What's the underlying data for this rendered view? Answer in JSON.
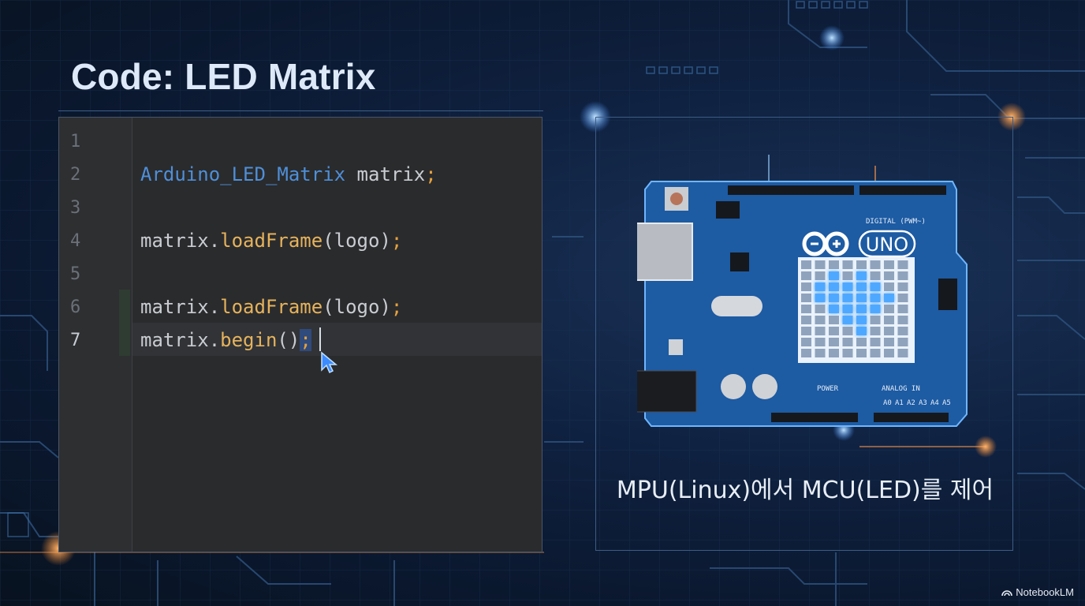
{
  "slide": {
    "title": "Code: LED Matrix",
    "caption": "MPU(Linux)에서 MCU(LED)를 제어",
    "watermark": "NotebookLM"
  },
  "editor": {
    "line_numbers": [
      "1",
      "2",
      "3",
      "4",
      "5",
      "6",
      "7"
    ],
    "active_line": 7,
    "lines": [
      {
        "no": "1",
        "tokens": []
      },
      {
        "no": "2",
        "tokens": [
          {
            "t": "Arduino_LED_Matrix",
            "c": "type"
          },
          {
            "t": " matrix",
            "c": "plain"
          },
          {
            "t": ";",
            "c": "semi"
          }
        ]
      },
      {
        "no": "3",
        "tokens": []
      },
      {
        "no": "4",
        "tokens": [
          {
            "t": "matrix.",
            "c": "plain"
          },
          {
            "t": "loadFrame",
            "c": "fn"
          },
          {
            "t": "(logo)",
            "c": "plain"
          },
          {
            "t": ";",
            "c": "semi"
          }
        ]
      },
      {
        "no": "5",
        "tokens": []
      },
      {
        "no": "6",
        "tokens": [
          {
            "t": "matrix.",
            "c": "plain"
          },
          {
            "t": "loadFrame",
            "c": "fn"
          },
          {
            "t": "(logo)",
            "c": "plain"
          },
          {
            "t": ";",
            "c": "semi"
          }
        ]
      },
      {
        "no": "7",
        "tokens": [
          {
            "t": "matrix.",
            "c": "plain"
          },
          {
            "t": "begin",
            "c": "fn"
          },
          {
            "t": "()",
            "c": "plain"
          },
          {
            "t": ";",
            "c": "sel"
          }
        ]
      }
    ]
  },
  "board": {
    "logo_text": "UNO",
    "pin_label": "DIGITAL (PWM~)",
    "analog_label": "ANALOG IN",
    "power_label": "POWER",
    "analog_pins": [
      "A0",
      "A1",
      "A2",
      "A3",
      "A4",
      "A5"
    ]
  },
  "colors": {
    "keyword_type": "#4f8fd8",
    "function": "#e6b35c",
    "semicolon": "#e6a23c",
    "board": "#1f5fa8",
    "led_on": "#4fa8ff"
  },
  "icons": [
    "mouse-pointer-icon",
    "notebooklm-icon"
  ]
}
